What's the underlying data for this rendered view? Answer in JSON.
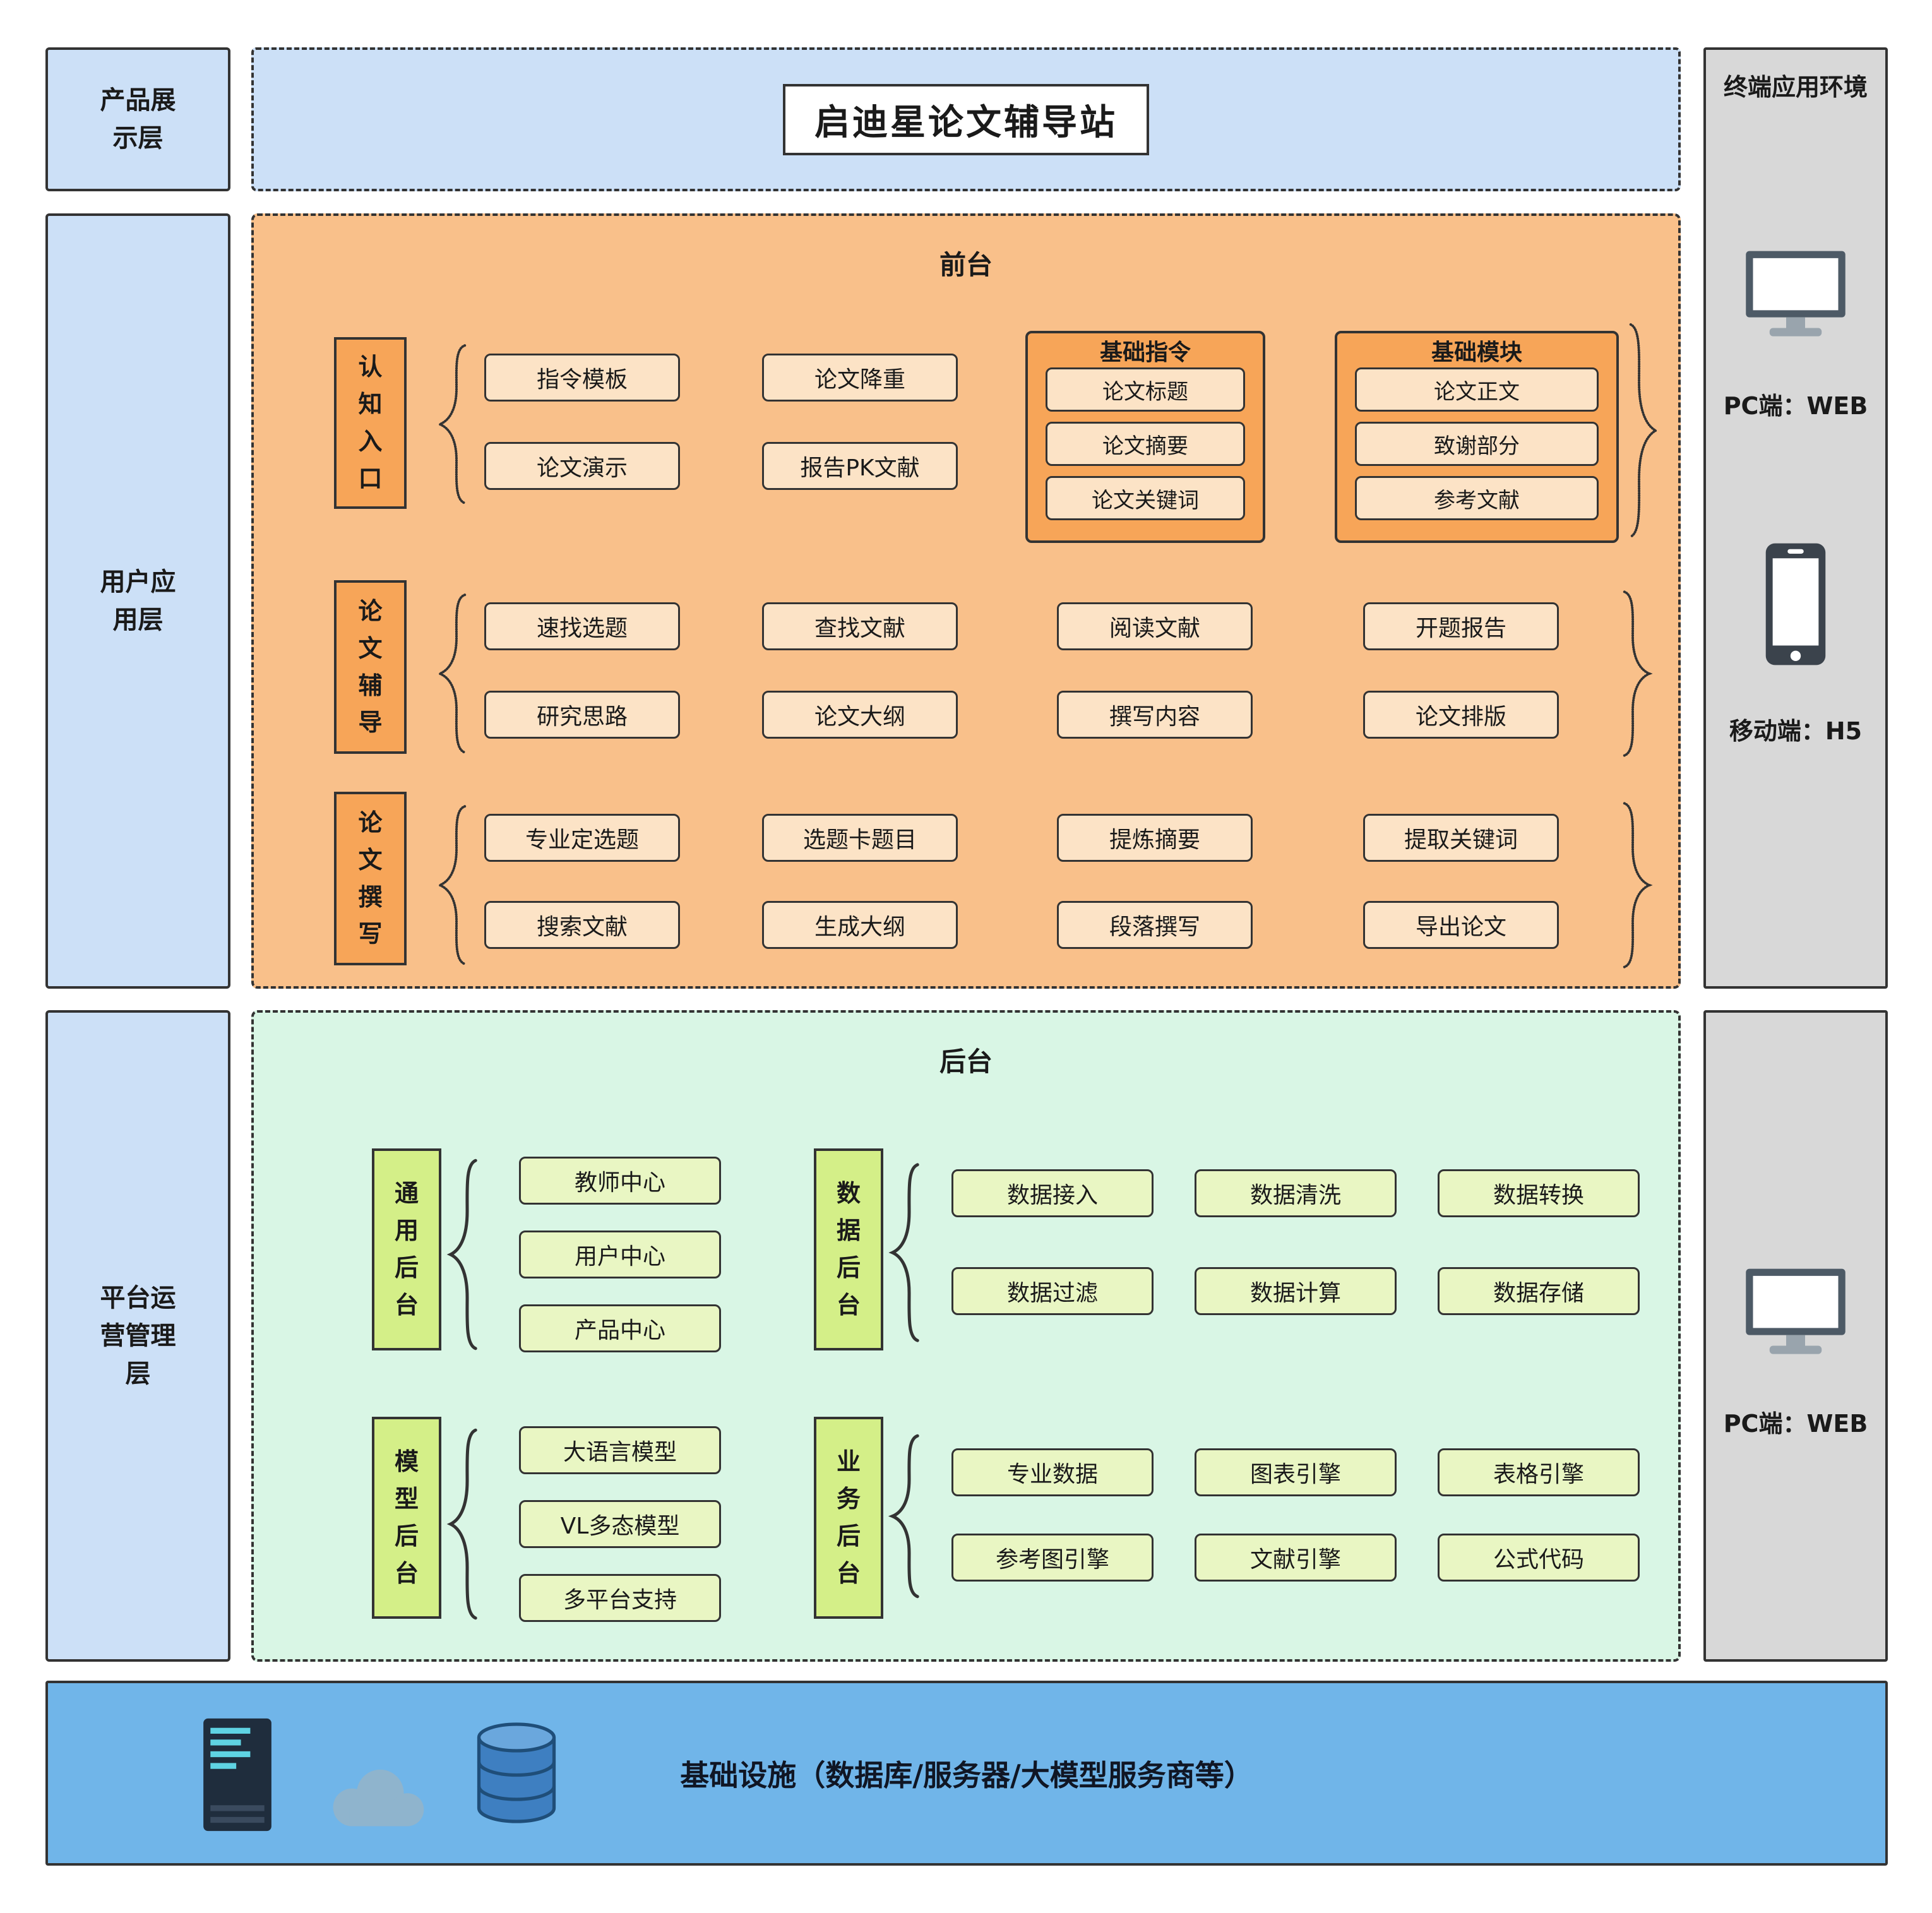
{
  "colors": {
    "border": "#333333",
    "blue-panel": "#cce0f7",
    "blue-bar": "#70b5e9",
    "orange-bg": "#f9c08a",
    "orange-strong": "#f7a558",
    "orange-item": "#fce3c6",
    "green-bg": "#d9f6e5",
    "green-strong": "#d4ef88",
    "green-item": "#e9f6c3",
    "gray-panel": "#d8d8d8"
  },
  "title": "启迪星论文辅导站",
  "left_layers": [
    {
      "label": "产品展示层"
    },
    {
      "label": "用户应用层"
    },
    {
      "label": "平台运营管理层"
    }
  ],
  "terminal_panel": {
    "title": "终端应用环境",
    "entries": [
      {
        "icon": "monitor-icon",
        "label": "PC端：WEB"
      },
      {
        "icon": "phone-icon",
        "label": "移动端：H5"
      }
    ]
  },
  "terminal_panel_bottom": {
    "entries": [
      {
        "icon": "monitor-icon",
        "label": "PC端：WEB"
      }
    ]
  },
  "frontend": {
    "title": "前台",
    "rows": [
      {
        "label": "认知入口",
        "items": [
          "指令模板",
          "论文演示",
          "论文降重",
          "报告PK文献"
        ],
        "groups": [
          {
            "title": "基础指令",
            "items": [
              "论文标题",
              "论文摘要",
              "论文关键词"
            ]
          },
          {
            "title": "基础模块",
            "items": [
              "论文正文",
              "致谢部分",
              "参考文献"
            ]
          }
        ]
      },
      {
        "label": "论文辅导",
        "items": [
          "速找选题",
          "研究思路",
          "查找文献",
          "论文大纲",
          "阅读文献",
          "撰写内容",
          "开题报告",
          "论文排版"
        ]
      },
      {
        "label": "论文撰写",
        "items": [
          "专业定选题",
          "搜索文献",
          "选题卡题目",
          "生成大纲",
          "提炼摘要",
          "段落撰写",
          "提取关键词",
          "导出论文"
        ]
      }
    ]
  },
  "backend": {
    "title": "后台",
    "groups": [
      {
        "label": "通用后台",
        "items": [
          "教师中心",
          "用户中心",
          "产品中心"
        ]
      },
      {
        "label": "数据后台",
        "items": [
          "数据接入",
          "数据清洗",
          "数据转换",
          "数据过滤",
          "数据计算",
          "数据存储"
        ]
      },
      {
        "label": "模型后台",
        "items": [
          "大语言模型",
          "VL多态模型",
          "多平台支持"
        ]
      },
      {
        "label": "业务后台",
        "items": [
          "专业数据",
          "图表引擎",
          "表格引擎",
          "参考图引擎",
          "文献引擎",
          "公式代码"
        ]
      }
    ]
  },
  "infrastructure": {
    "label": "基础设施（数据库/服务器/大模型服务商等）",
    "icons": [
      "server-icon",
      "cloud-icon",
      "database-icon"
    ]
  }
}
